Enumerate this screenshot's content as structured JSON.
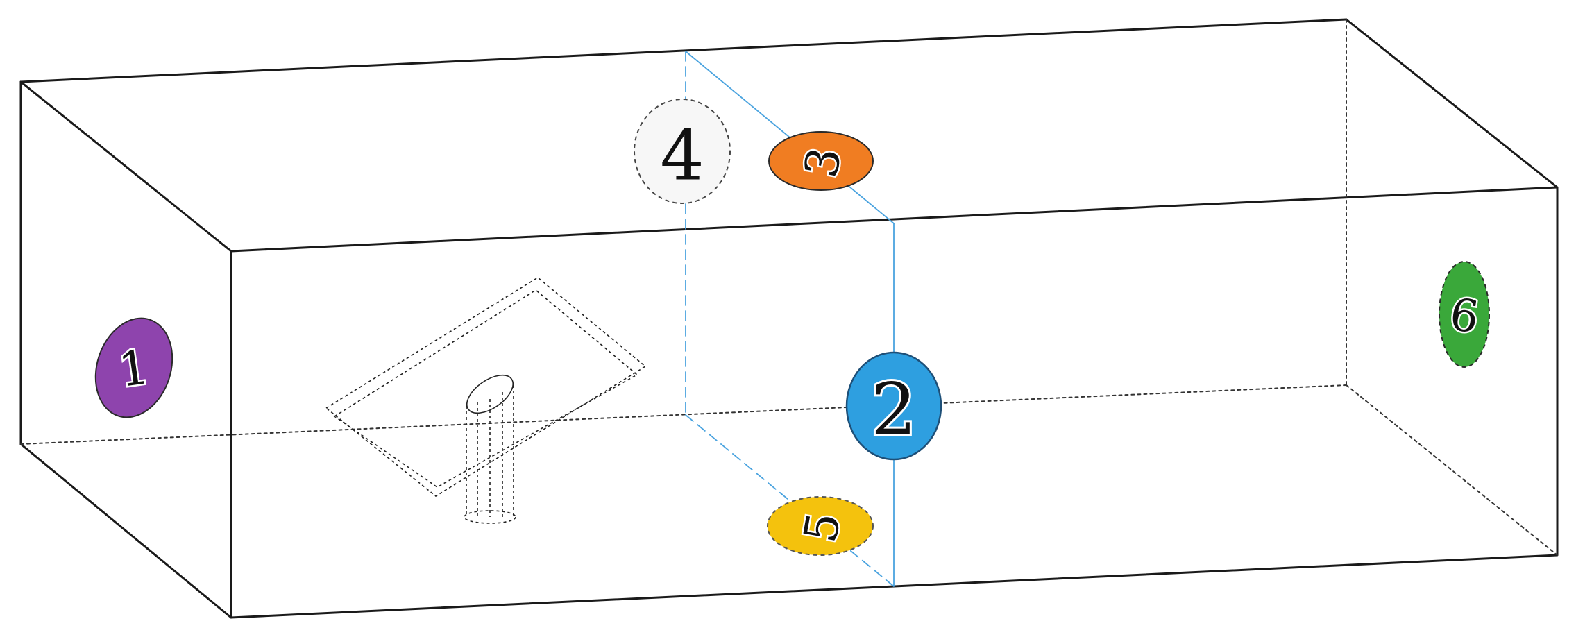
{
  "diagram": {
    "markers": [
      {
        "id": "1",
        "label": "1",
        "fill": "#8e44ad",
        "text_color": "#111111",
        "style": "solid"
      },
      {
        "id": "2",
        "label": "2",
        "fill": "#2e9fe0",
        "text_color": "#111111",
        "style": "solid"
      },
      {
        "id": "3",
        "label": "3",
        "fill": "#f07d22",
        "text_color": "#111111",
        "style": "solid"
      },
      {
        "id": "4",
        "label": "4",
        "fill": "#f7f7f7",
        "text_color": "#111111",
        "style": "dashed"
      },
      {
        "id": "5",
        "label": "5",
        "fill": "#f4c20d",
        "text_color": "#111111",
        "style": "dashed"
      },
      {
        "id": "6",
        "label": "6",
        "fill": "#3aa83a",
        "text_color": "#111111",
        "style": "dashed"
      }
    ],
    "colors": {
      "box_edge": "#1a1a1a",
      "cut_plane": "#4aa3df",
      "hidden_object": "#222222"
    }
  }
}
